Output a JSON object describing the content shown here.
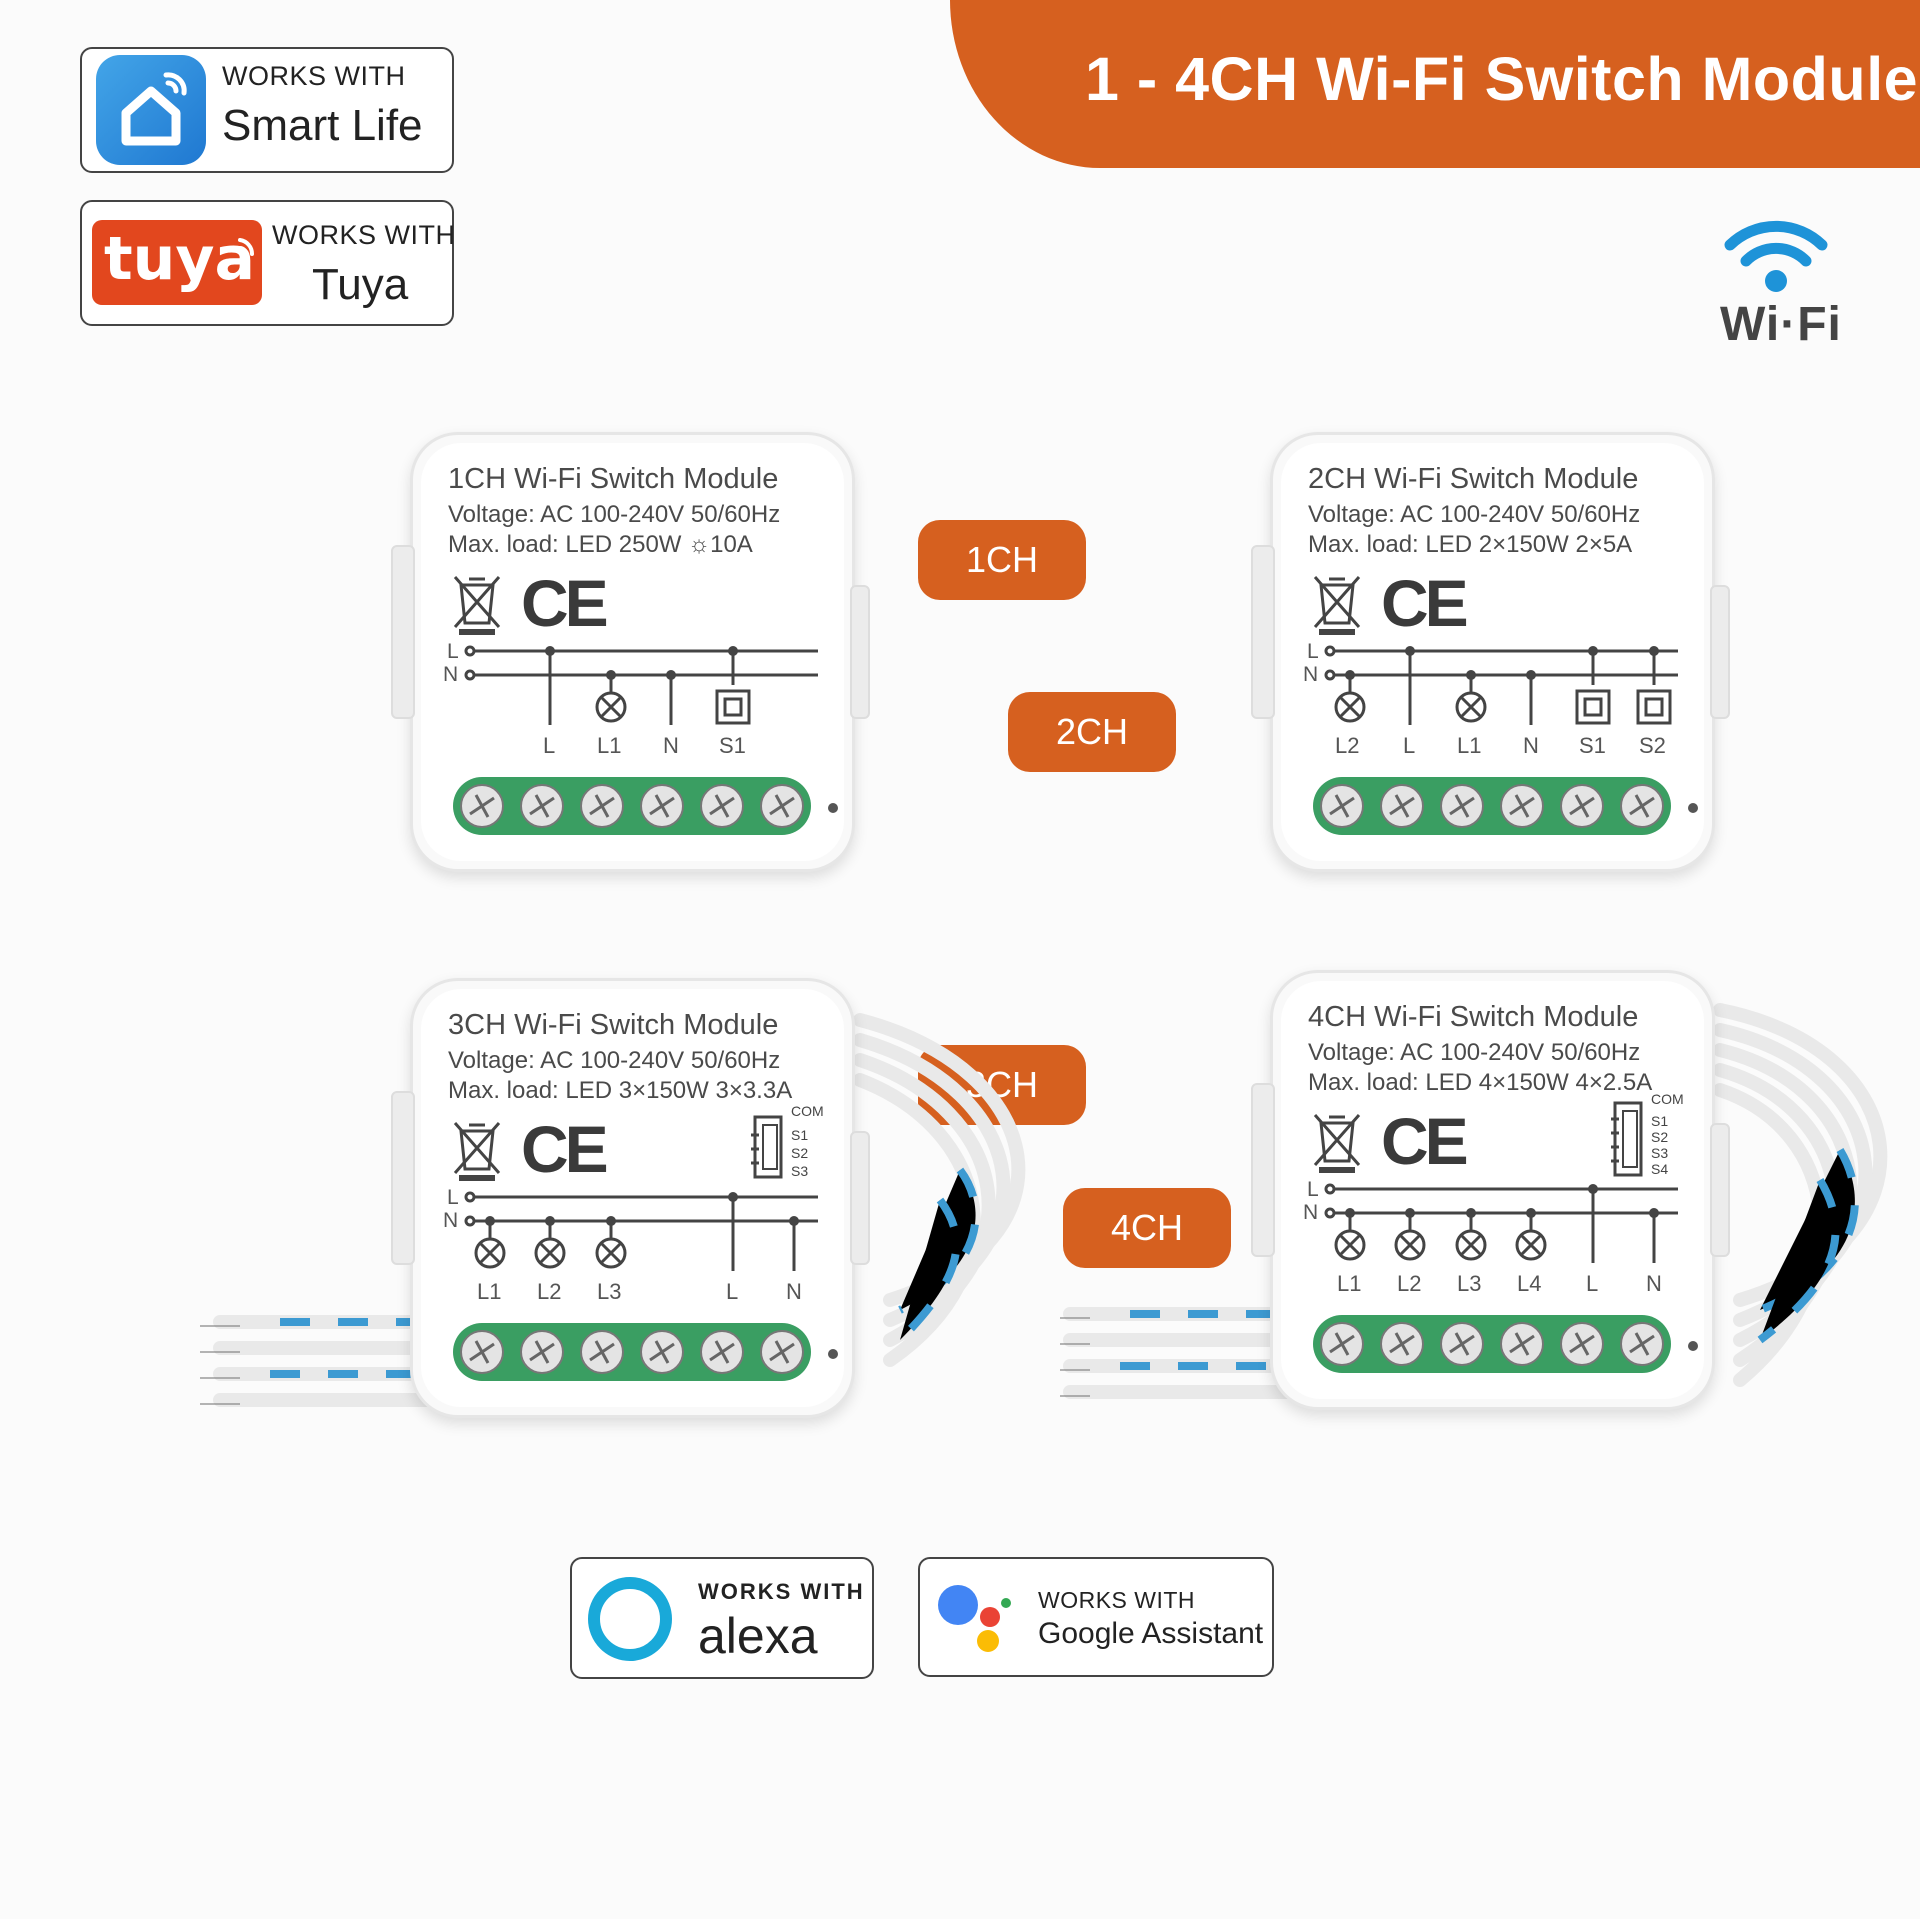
{
  "header": {
    "title": "1 - 4CH Wi-Fi Switch Module"
  },
  "badges": {
    "smart_life": {
      "works_with": "WORKS WITH",
      "name": "Smart Life"
    },
    "tuya": {
      "logo_text": "tuya",
      "works_with": "WORKS WITH",
      "name": "Tuya"
    },
    "alexa": {
      "works_with": "WORKS WITH",
      "name": "alexa"
    },
    "google": {
      "works_with": "WORKS WITH",
      "name": "Google Assistant"
    }
  },
  "wifi": {
    "label": "Wi·Fi"
  },
  "channel_labels": [
    "1CH",
    "2CH",
    "3CH",
    "4CH"
  ],
  "modules": [
    {
      "title": "1CH Wi-Fi Switch Module",
      "voltage": "Voltage: AC 100-240V 50/60Hz",
      "max_load": "Max. load: LED 250W ☼10A",
      "terminals": [
        "L",
        "L1",
        "N",
        "S1"
      ]
    },
    {
      "title": "2CH Wi-Fi Switch Module",
      "voltage": "Voltage: AC 100-240V 50/60Hz",
      "max_load": "Max. load: LED 2×150W   2×5A",
      "terminals": [
        "L2",
        "L",
        "L1",
        "N",
        "S1",
        "S2"
      ]
    },
    {
      "title": "3CH Wi-Fi Switch Module",
      "voltage": "Voltage: AC 100-240V 50/60Hz",
      "max_load": "Max. load: LED 3×150W   3×3.3A",
      "terminals": [
        "L1",
        "L2",
        "L3",
        "L",
        "N"
      ],
      "connector": [
        "COM",
        "S1",
        "S2",
        "S3"
      ]
    },
    {
      "title": "4CH Wi-Fi Switch Module",
      "voltage": "Voltage: AC 100-240V 50/60Hz",
      "max_load": "Max. load: LED 4×150W   4×2.5A",
      "terminals": [
        "L1",
        "L2",
        "L3",
        "L4",
        "L",
        "N"
      ],
      "connector": [
        "COM",
        "S1",
        "S2",
        "S3",
        "S4"
      ]
    }
  ],
  "diagram": {
    "line_label": "L",
    "neutral_label": "N",
    "ce_mark": "CE"
  },
  "colors": {
    "accent": "#d6601f",
    "terminal_green": "#3a9e62",
    "wifi_blue": "#1e93d8",
    "alexa_blue": "#19a9d9",
    "wire_blue": "#3c9ad2"
  }
}
